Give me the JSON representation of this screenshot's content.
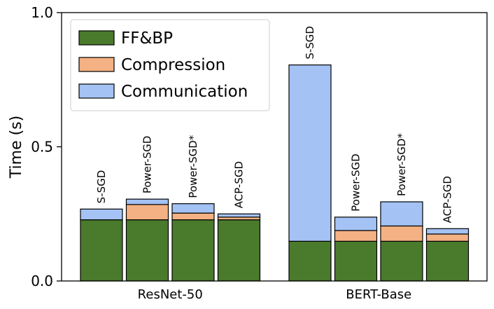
{
  "chart_data": {
    "type": "bar",
    "stacked": true,
    "ylabel": "Time (s)",
    "ylim": [
      0,
      1.0
    ],
    "yticks": [
      "0.0",
      "0.5",
      "1.0"
    ],
    "grid": false,
    "legend_position": "top-left",
    "groups": [
      {
        "label": "ResNet-50",
        "bars": [
          {
            "method": "S-SGD",
            "values": [
              0.228,
              0.0,
              0.04
            ]
          },
          {
            "method": "Power-SGD",
            "values": [
              0.228,
              0.057,
              0.02
            ]
          },
          {
            "method": "Power-SGD*",
            "values": [
              0.228,
              0.025,
              0.035
            ]
          },
          {
            "method": "ACP-SGD",
            "values": [
              0.228,
              0.01,
              0.012
            ]
          }
        ]
      },
      {
        "label": "BERT-Base",
        "bars": [
          {
            "method": "S-SGD",
            "values": [
              0.148,
              0.0,
              0.657
            ]
          },
          {
            "method": "Power-SGD",
            "values": [
              0.148,
              0.04,
              0.05
            ]
          },
          {
            "method": "Power-SGD*",
            "values": [
              0.148,
              0.057,
              0.09
            ]
          },
          {
            "method": "ACP-SGD",
            "values": [
              0.148,
              0.027,
              0.02
            ]
          }
        ]
      }
    ],
    "series": [
      {
        "name": "FF&BP",
        "color": "#4a7a2c"
      },
      {
        "name": "Compression",
        "color": "#f4b183"
      },
      {
        "name": "Communication",
        "color": "#a4c2f4"
      }
    ]
  }
}
